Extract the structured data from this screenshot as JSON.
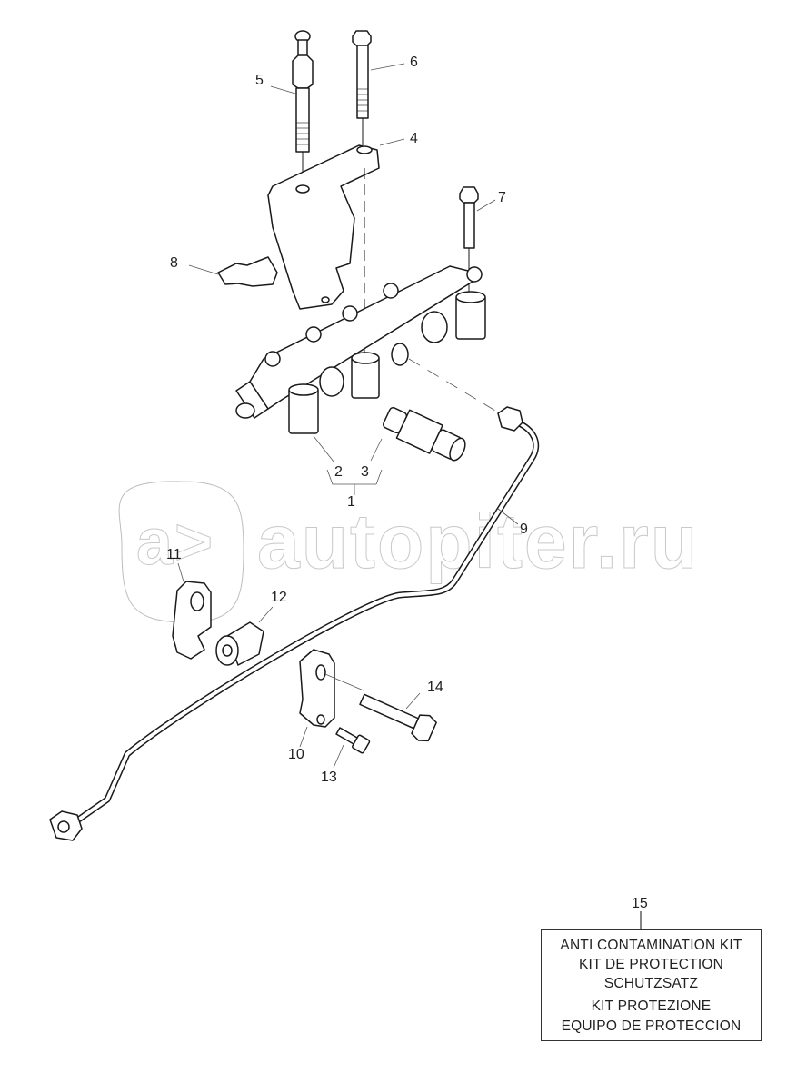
{
  "diagram": {
    "type": "exploded-parts-diagram",
    "subject": "Fuel rail assembly with high-pressure line and brackets",
    "callouts": [
      {
        "id": "1",
        "label": "1",
        "part": "fuel rail assembly (group of 2 and 3)"
      },
      {
        "id": "2",
        "label": "2",
        "part": "spacer sleeve"
      },
      {
        "id": "3",
        "label": "3",
        "part": "pressure limiting valve"
      },
      {
        "id": "4",
        "label": "4",
        "part": "mounting bracket"
      },
      {
        "id": "5",
        "label": "5",
        "part": "stud"
      },
      {
        "id": "6",
        "label": "6",
        "part": "flange bolt"
      },
      {
        "id": "7",
        "label": "7",
        "part": "flange bolt"
      },
      {
        "id": "8",
        "label": "8",
        "part": "cable clip"
      },
      {
        "id": "9",
        "label": "9",
        "part": "high pressure fuel pipe"
      },
      {
        "id": "10",
        "label": "10",
        "part": "pipe clamp bracket"
      },
      {
        "id": "11",
        "label": "11",
        "part": "pipe clamp bracket"
      },
      {
        "id": "12",
        "label": "12",
        "part": "grommet / bushing"
      },
      {
        "id": "13",
        "label": "13",
        "part": "socket head screw"
      },
      {
        "id": "14",
        "label": "14",
        "part": "flange bolt"
      },
      {
        "id": "15",
        "label": "15",
        "part": "anti contamination kit"
      }
    ],
    "group_bracket": {
      "members": [
        "2",
        "3"
      ],
      "parent": "1"
    }
  },
  "kit_box": {
    "callout": "15",
    "lines": [
      "ANTI CONTAMINATION KIT",
      "KIT DE PROTECTION",
      "SCHUTZSATZ",
      "KIT PROTEZIONE",
      "EQUIPO DE PROTECCION"
    ]
  },
  "watermark": {
    "logo_text": "a>",
    "site_text": "autopiter.ru"
  },
  "colors": {
    "background": "#ffffff",
    "line_art": "#1a1a1a",
    "leader_line": "#555555",
    "watermark": "#c9c9c9"
  }
}
